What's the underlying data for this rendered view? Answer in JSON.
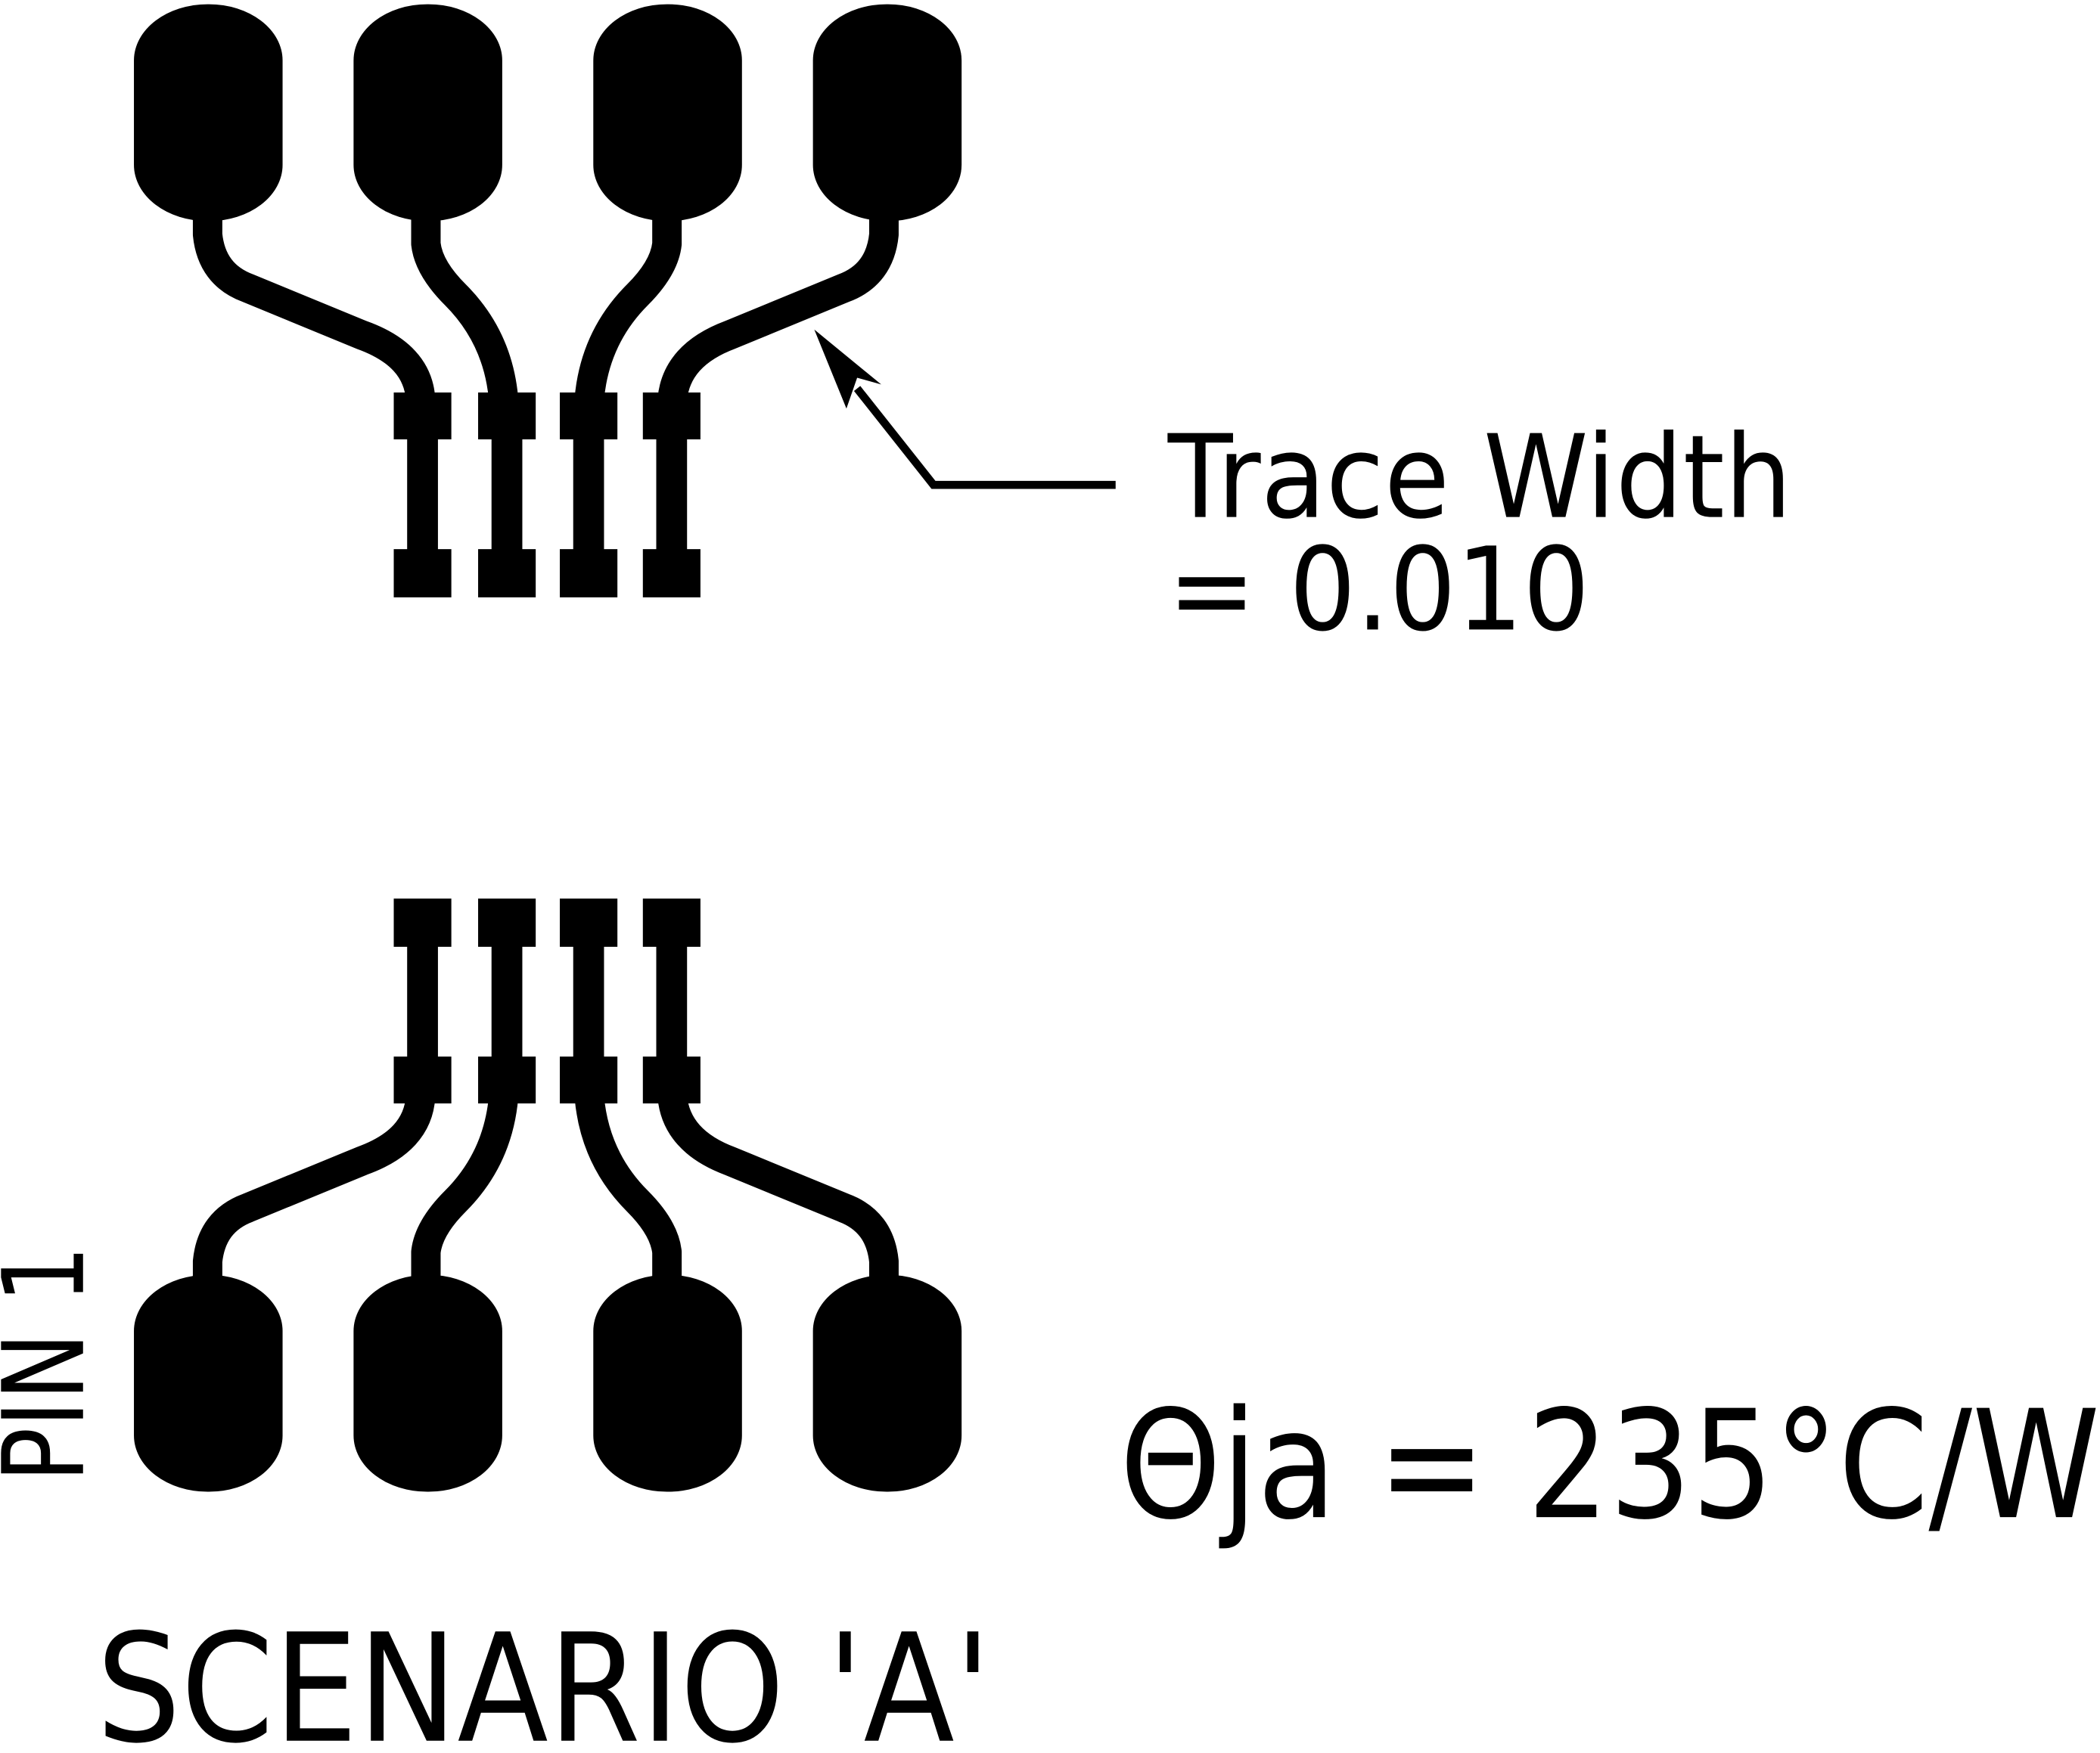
{
  "annotations": {
    "trace_width_line1": "Trace Width",
    "trace_width_line2": "= 0.010",
    "theta_ja": "Θja = 235°C/W",
    "pin1": "PIN 1",
    "scenario": "SCENARIO 'A'"
  },
  "colors": {
    "copper": "#000000",
    "background": "#ffffff"
  }
}
